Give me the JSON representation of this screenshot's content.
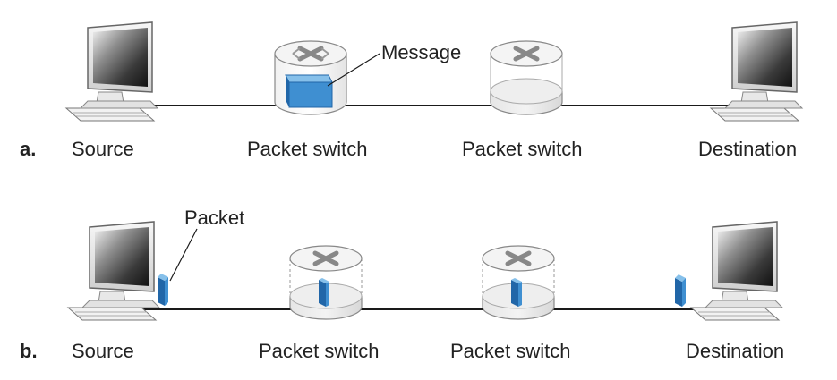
{
  "rows": {
    "a": {
      "row_label": "a.",
      "source_label": "Source",
      "switch1_label": "Packet switch",
      "switch2_label": "Packet switch",
      "destination_label": "Destination",
      "callout_label": "Message"
    },
    "b": {
      "row_label": "b.",
      "source_label": "Source",
      "switch1_label": "Packet switch",
      "switch2_label": "Packet switch",
      "destination_label": "Destination",
      "callout_label": "Packet"
    }
  },
  "colors": {
    "link": "#1a1a1a",
    "packet_front": "#3f8fd1",
    "packet_side": "#2166a8",
    "packet_top": "#86c0ea",
    "switch_base": "#e6e6e6",
    "text": "#222222"
  },
  "icons": {
    "computer": "desktop-computer-icon",
    "router": "packet-switch-icon"
  }
}
